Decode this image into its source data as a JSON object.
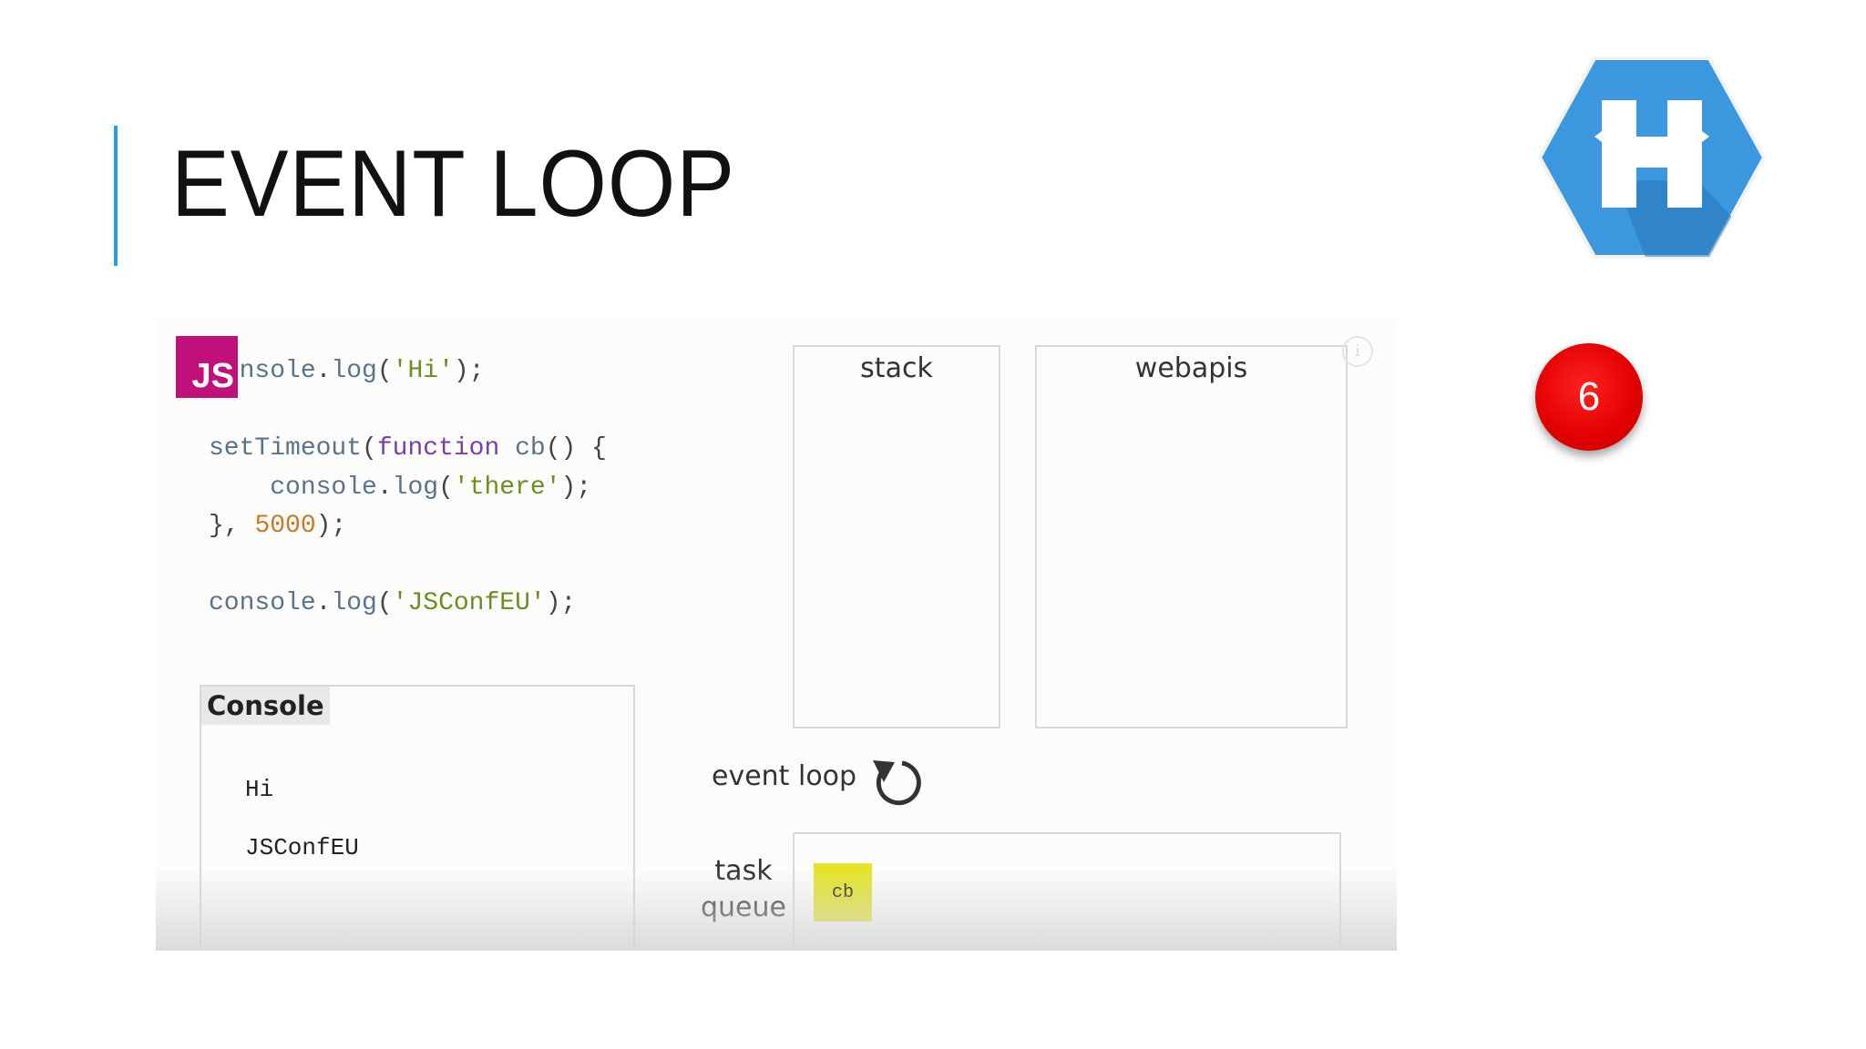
{
  "slide": {
    "title": "EVENT LOOP",
    "badge": "6",
    "accent_color": "#2a9fd6"
  },
  "logo": {
    "icon": "hexagon-h-logo",
    "color": "#3b97de"
  },
  "demo": {
    "js_badge": "JS",
    "code_lines": [
      "console.log('Hi');",
      "",
      "setTimeout(function cb() {",
      "    console.log('there');",
      "}, 5000);",
      "",
      "console.log('JSConfEU');"
    ],
    "console": {
      "title": "Console",
      "lines": [
        "Hi",
        "JSConfEU"
      ]
    },
    "stack_label": "stack",
    "webapis_label": "webapis",
    "event_loop_label": "event loop",
    "task_queue_label": "task queue",
    "queue_items": [
      "cb"
    ]
  }
}
